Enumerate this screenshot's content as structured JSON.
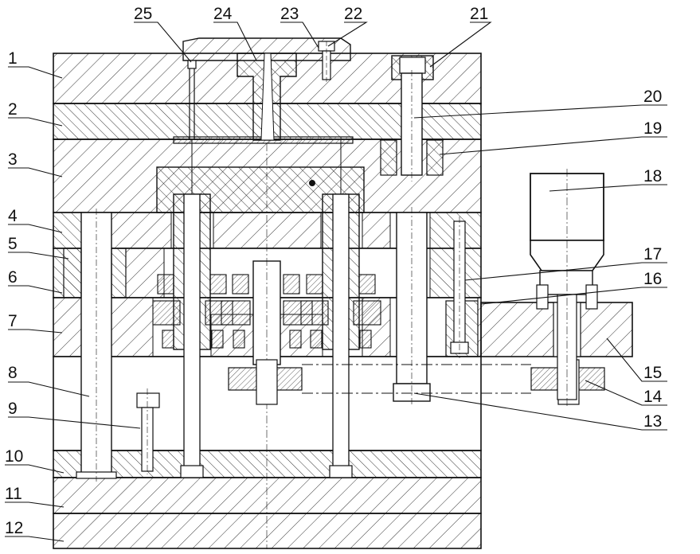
{
  "colors": {
    "line": "#111111",
    "hatch": "#333333",
    "background": "#ffffff"
  },
  "callouts": [
    {
      "id": "1",
      "label": "1"
    },
    {
      "id": "2",
      "label": "2"
    },
    {
      "id": "3",
      "label": "3"
    },
    {
      "id": "4",
      "label": "4"
    },
    {
      "id": "5",
      "label": "5"
    },
    {
      "id": "6",
      "label": "6"
    },
    {
      "id": "7",
      "label": "7"
    },
    {
      "id": "8",
      "label": "8"
    },
    {
      "id": "9",
      "label": "9"
    },
    {
      "id": "10",
      "label": "10"
    },
    {
      "id": "11",
      "label": "11"
    },
    {
      "id": "12",
      "label": "12"
    },
    {
      "id": "13",
      "label": "13"
    },
    {
      "id": "14",
      "label": "14"
    },
    {
      "id": "15",
      "label": "15"
    },
    {
      "id": "16",
      "label": "16"
    },
    {
      "id": "17",
      "label": "17"
    },
    {
      "id": "18",
      "label": "18"
    },
    {
      "id": "19",
      "label": "19"
    },
    {
      "id": "20",
      "label": "20"
    },
    {
      "id": "21",
      "label": "21"
    },
    {
      "id": "22",
      "label": "22"
    },
    {
      "id": "23",
      "label": "23"
    },
    {
      "id": "24",
      "label": "24"
    },
    {
      "id": "25",
      "label": "25"
    }
  ]
}
